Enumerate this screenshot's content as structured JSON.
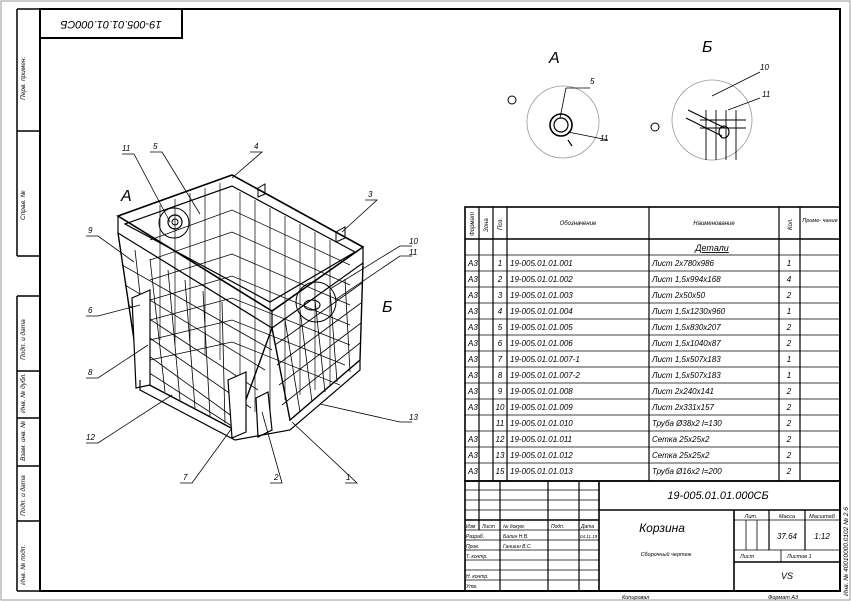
{
  "drawing": {
    "code": "19-005.01.01.000СБ",
    "code_top_mirrored": "19-005.01.01.000СБ",
    "title": "Корзина",
    "subtitle": "Сборочный чертеж",
    "mass": "37.64",
    "scale": "1:12",
    "sheet_label": "Лист",
    "sheets_label": "Листов 1",
    "org": "VS",
    "format": "Формат А3",
    "copied": "Копировал",
    "inv_side": "Инв. № 40010000.0102 № 2.6"
  },
  "views": {
    "view_a": "А",
    "view_b": "Б",
    "a_callouts": [
      "5",
      "11"
    ],
    "b_callouts": [
      "10",
      "11"
    ]
  },
  "iso_callouts": [
    "11",
    "5",
    "4",
    "3",
    "9",
    "10",
    "11",
    "6",
    "8",
    "12",
    "7",
    "2",
    "1",
    "13"
  ],
  "iso_view_markers": {
    "a": "А",
    "b": "Б"
  },
  "side_labels": [
    "Перв. примен.",
    "Справ. №",
    "Подп. и дата",
    "Инв. № дубл.",
    "Взам. инв. №",
    "Подп. и дата",
    "Инв. № подп."
  ],
  "spec_header": {
    "format": "Формат",
    "zone": "Зона",
    "pos": "Поз.",
    "designation": "Обозначение",
    "name": "Наименование",
    "qty": "Кол.",
    "note": "Приме- чание"
  },
  "spec_section": "Детали",
  "spec_rows": [
    {
      "format": "А3",
      "pos": "1",
      "designation": "19-005.01.01.001",
      "name": "Лист 2х780х986",
      "qty": "1"
    },
    {
      "format": "А3",
      "pos": "2",
      "designation": "19-005.01.01.002",
      "name": "Лист 1,5х994х168",
      "qty": "4"
    },
    {
      "format": "А3",
      "pos": "3",
      "designation": "19-005.01.01.003",
      "name": "Лист 2х50х50",
      "qty": "2"
    },
    {
      "format": "А3",
      "pos": "4",
      "designation": "19-005.01.01.004",
      "name": "Лист 1,5х1230х960",
      "qty": "1"
    },
    {
      "format": "А3",
      "pos": "5",
      "designation": "19-005.01.01.005",
      "name": "Лист 1,5х830х207",
      "qty": "2"
    },
    {
      "format": "А3",
      "pos": "6",
      "designation": "19-005.01.01.006",
      "name": "Лист 1,5х1040х87",
      "qty": "2"
    },
    {
      "format": "А3",
      "pos": "7",
      "designation": "19-005.01.01.007-1",
      "name": "Лист 1,5х507х183",
      "qty": "1"
    },
    {
      "format": "А3",
      "pos": "8",
      "designation": "19-005.01.01.007-2",
      "name": "Лист 1,5х507х183",
      "qty": "1"
    },
    {
      "format": "А3",
      "pos": "9",
      "designation": "19-005.01.01.008",
      "name": "Лист 2х240х141",
      "qty": "2"
    },
    {
      "format": "А3",
      "pos": "10",
      "designation": "19-005.01.01.009",
      "name": "Лист 2х331х157",
      "qty": "2"
    },
    {
      "format": "",
      "pos": "11",
      "designation": "19-005.01.01.010",
      "name": "Труба Ø38х2 l=130",
      "qty": "2"
    },
    {
      "format": "А3",
      "pos": "12",
      "designation": "19-005.01.01.011",
      "name": "Сетка 25х25х2",
      "qty": "2"
    },
    {
      "format": "А3",
      "pos": "13",
      "designation": "19-005.01.01.012",
      "name": "Сетка 25х25х2",
      "qty": "2"
    },
    {
      "format": "А3",
      "pos": "15",
      "designation": "19-005.01.01.013",
      "name": "Труба Ø16х2 l=200",
      "qty": "2"
    }
  ],
  "title_block": {
    "hdr": [
      "Изм",
      "Лист",
      "№ докум.",
      "Подп.",
      "Дата"
    ],
    "razrab": "Разраб.",
    "razrab_name": "Балин Н.В.",
    "prov": "Пров.",
    "prov_name": "Ганшин В.С.",
    "tkontr": "Т. контр.",
    "nkontr": "Н. контр.",
    "utv": "Утв.",
    "date_small": "04.11.19",
    "lit": "Лит.",
    "massa": "Масса",
    "masshtab": "Масштаб"
  }
}
